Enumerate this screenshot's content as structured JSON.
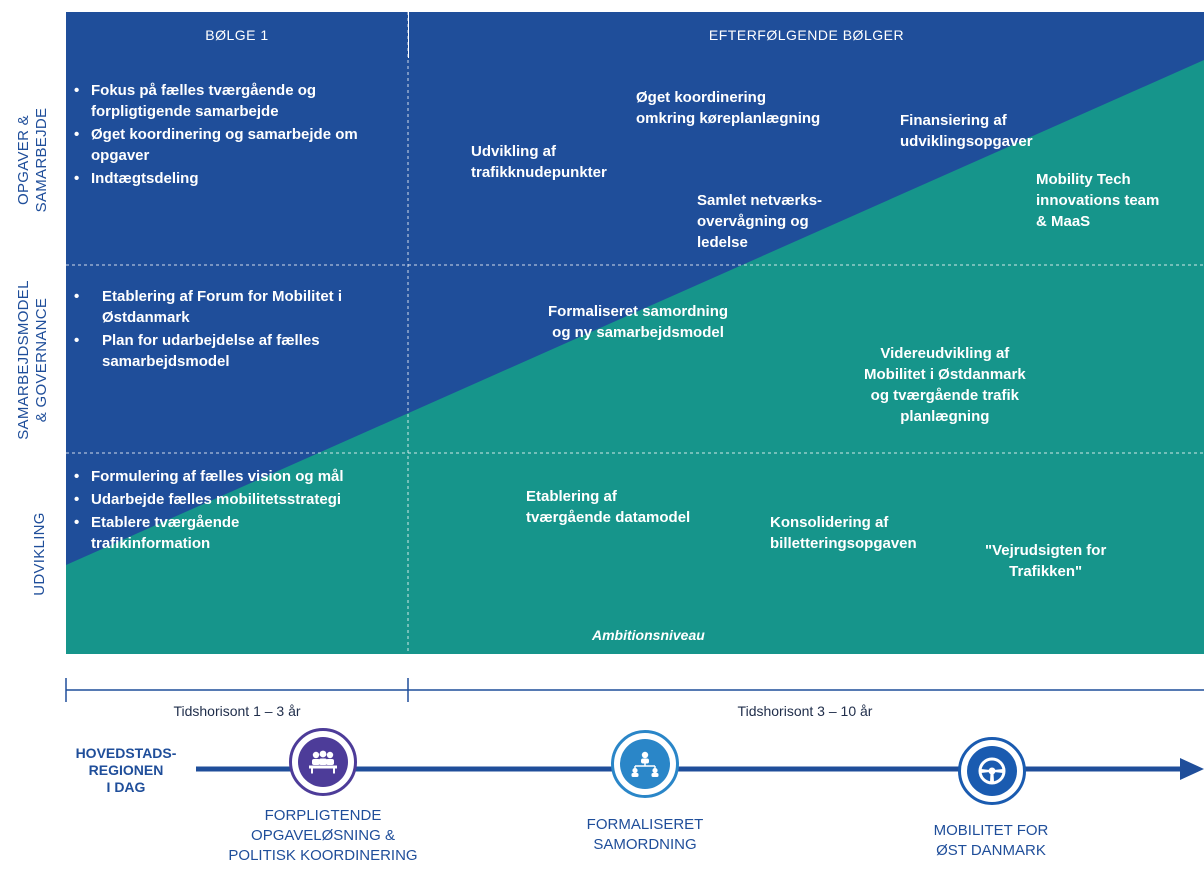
{
  "header": {
    "left": "BØLGE 1",
    "right": "EFTERFØLGENDE BØLGER"
  },
  "rows": [
    {
      "label": "OPGAVER &\nSAMARBEJDE"
    },
    {
      "label": "SAMARBEJDSMODEL\n& GOVERNANCE"
    },
    {
      "label": "UDVIKLING"
    }
  ],
  "wave1": {
    "row1": [
      "Fokus på fælles tværgående og forpligtigende samarbejde",
      "Øget koordinering og samarbejde om opgaver",
      "Indtægtsdeling"
    ],
    "row2": [
      "Etablering af Forum for Mobilitet i Østdanmark",
      "Plan for udarbejdelse af fælles samarbejdsmodel"
    ],
    "row3": [
      "Formulering af fælles vision og mål",
      "Udarbejde fælles mobilitetsstrategi",
      "Etablere tværgående trafikinformation"
    ]
  },
  "later": {
    "a1": "Udvikling af\ntrafikknudepunkter",
    "a2": "Øget koordinering\nomkring køreplanlægning",
    "a3": "Samlet netværks-\novervågning og\nledelse",
    "a4": "Finansiering af\nudviklingsopgaver",
    "a5": "Mobility Tech\ninnovations team\n& MaaS",
    "b1": "Formaliseret samordning\nog ny samarbejdsmodel",
    "b2": "Videreudvikling af\nMobilitet i Østdanmark\nog tværgående trafik\nplanlægning",
    "c1": "Etablering af\ntværgående datamodel",
    "c2": "Konsolidering af\nbilletteringsopgaven",
    "c3": "\"Vejrudsigten for\nTrafikken\""
  },
  "ambition_label": "Ambitionsniveau",
  "timeline": {
    "left": "Tidshorisont 1 – 3 år",
    "right": "Tidshorisont 3 – 10 år"
  },
  "start_label": "HOVEDSTADS-\nREGIONEN\nI DAG",
  "milestones": [
    {
      "label": "FORPLIGTENDE\nOPGAVELØSNING &\nPOLITISK KOORDINERING",
      "icon": "meeting-icon"
    },
    {
      "label": "FORMALISERET\nSAMORDNING",
      "icon": "network-icon"
    },
    {
      "label": "MOBILITET FOR\nØST DANMARK",
      "icon": "steering-wheel-icon"
    }
  ],
  "colors": {
    "dark_blue": "#1f4e9a",
    "header_blue": "#1f4e9a",
    "teal": "#16958b",
    "circle_purple": "#4d3c99",
    "circle_light_blue": "#2a86c8",
    "circle_blue": "#1a5bb0"
  }
}
